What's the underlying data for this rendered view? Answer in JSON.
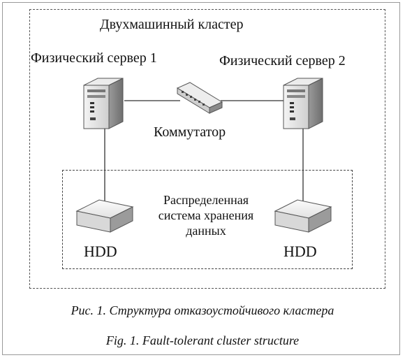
{
  "diagram": {
    "cluster_title": "Двухмашинный кластер",
    "server1_label": "Физический сервер 1",
    "server2_label": "Физический сервер 2",
    "switch_label": "Коммутатор",
    "storage_label_line1": "Распределенная",
    "storage_label_line2": "система хранения",
    "storage_label_line3": "данных",
    "hdd1_label": "HDD",
    "hdd2_label": "HDD",
    "icons": [
      "server-tower-icon",
      "network-switch-icon",
      "hard-disk-icon"
    ]
  },
  "captions": {
    "ru": "Рис. 1. Структура отказоустойчивого кластера",
    "en": "Fig. 1. Fault-tolerant cluster structure"
  },
  "colors": {
    "line": "#333333",
    "device_face": "#e6e6e6",
    "device_dark": "#6b6b6b",
    "text": "#111111"
  }
}
